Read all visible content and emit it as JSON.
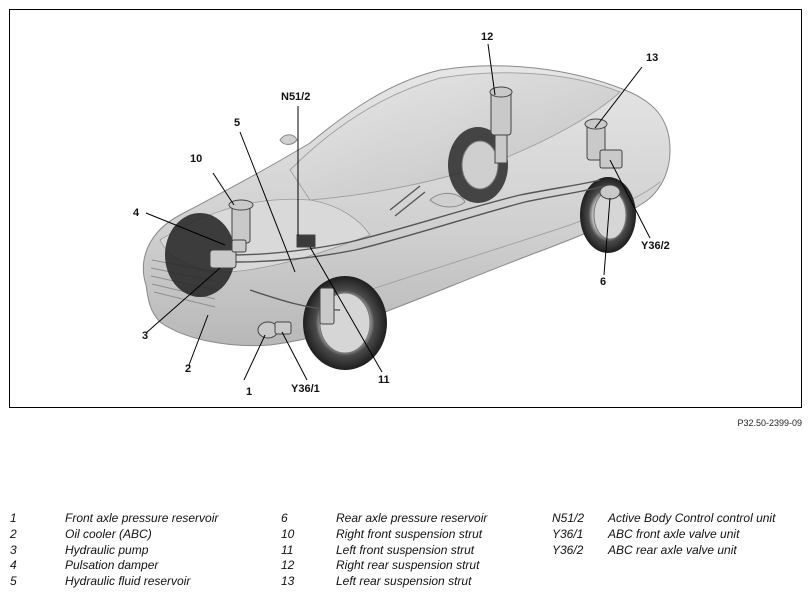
{
  "figure": {
    "id": "P32.50-2399-09",
    "callouts": [
      {
        "label": "1"
      },
      {
        "label": "2"
      },
      {
        "label": "3"
      },
      {
        "label": "4"
      },
      {
        "label": "5"
      },
      {
        "label": "6"
      },
      {
        "label": "10"
      },
      {
        "label": "11"
      },
      {
        "label": "12"
      },
      {
        "label": "13"
      },
      {
        "label": "N51/2"
      },
      {
        "label": "Y36/1"
      },
      {
        "label": "Y36/2"
      }
    ]
  },
  "legend": {
    "column1": [
      {
        "num": "1",
        "desc": "Front axle pressure reservoir"
      },
      {
        "num": "2",
        "desc": "Oil cooler (ABC)"
      },
      {
        "num": "3",
        "desc": "Hydraulic pump"
      },
      {
        "num": "4",
        "desc": "Pulsation damper"
      },
      {
        "num": "5",
        "desc": "Hydraulic fluid reservoir"
      }
    ],
    "column2": [
      {
        "num": "6",
        "desc": "Rear axle pressure reservoir"
      },
      {
        "num": "10",
        "desc": "Right front suspension strut"
      },
      {
        "num": "11",
        "desc": "Left front suspension strut"
      },
      {
        "num": "12",
        "desc": "Right rear suspension strut"
      },
      {
        "num": "13",
        "desc": "Left rear suspension strut"
      }
    ],
    "column3": [
      {
        "num": "N51/2",
        "desc": "Active Body Control control unit"
      },
      {
        "num": "Y36/1",
        "desc": "ABC front axle valve unit"
      },
      {
        "num": "Y36/2",
        "desc": "ABC rear axle valve unit"
      }
    ]
  }
}
